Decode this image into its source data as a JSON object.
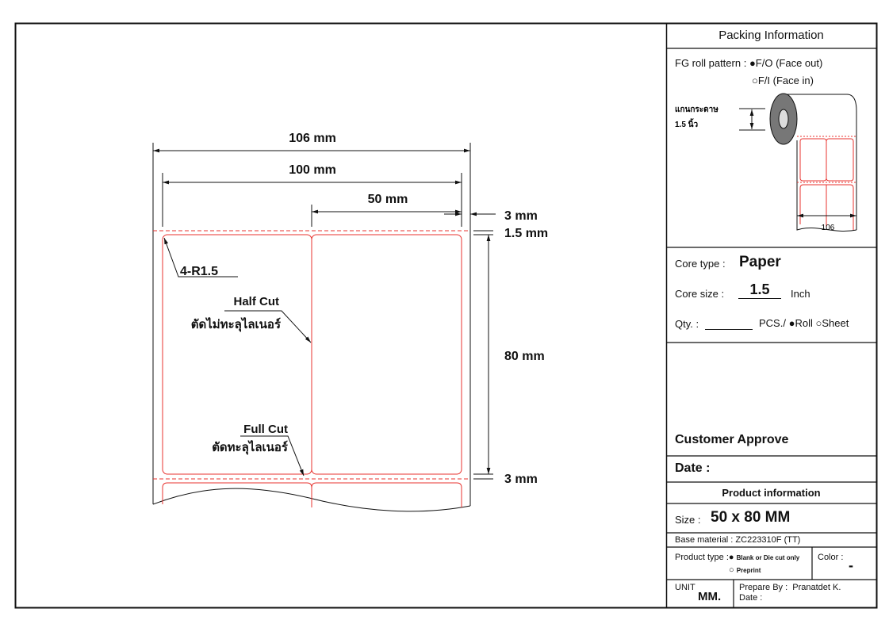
{
  "drawing": {
    "dim_total_width": "106 mm",
    "dim_label_width": "100 mm",
    "dim_label_half": "50 mm",
    "dim_side_gap": "3 mm",
    "dim_top_gap": "1.5 mm",
    "dim_height": "80 mm",
    "dim_bottom_gap": "3 mm",
    "corner_radius": "4-R1.5",
    "half_cut": "Half Cut",
    "half_cut_th": "ตัดไม่ทะลุไลเนอร์",
    "full_cut": "Full Cut",
    "full_cut_th": "ตัดทะลุไลเนอร์"
  },
  "packing": {
    "title": "Packing Information",
    "fg_roll_label": "FG roll pattern :",
    "opt_face_out": "F/O (Face out)",
    "opt_face_in": "F/I (Face in)",
    "core_th": "แกนกระดาษ",
    "core_th_size": "1.5 นิ้ว",
    "roll_width": "106",
    "core_type_label": "Core type :",
    "core_type": "Paper",
    "core_size_label": "Core size :",
    "core_size": "1.5",
    "core_size_unit": "Inch",
    "qty_label": "Qty. :",
    "qty_unit": "PCS./",
    "opt_roll": "Roll",
    "opt_sheet": "Sheet"
  },
  "approval": {
    "customer_approve": "Customer Approve",
    "date_label": "Date :"
  },
  "product": {
    "title": "Product information",
    "size_label": "Size :",
    "size": "50 x 80 MM",
    "base_material": "Base material : ZC223310F (TT)",
    "type_label": "Product type :",
    "opt_blank": "Blank or Die cut only",
    "opt_preprint": "Preprint",
    "color_label": "Color :",
    "color": "-",
    "unit_label": "UNIT",
    "unit": "MM.",
    "prepare_label": "Prepare By :",
    "prepare_by": "Pranatdet K.",
    "date_label": "Date :"
  },
  "colors": {
    "cut_line": "#e8332f",
    "border": "#111111"
  }
}
